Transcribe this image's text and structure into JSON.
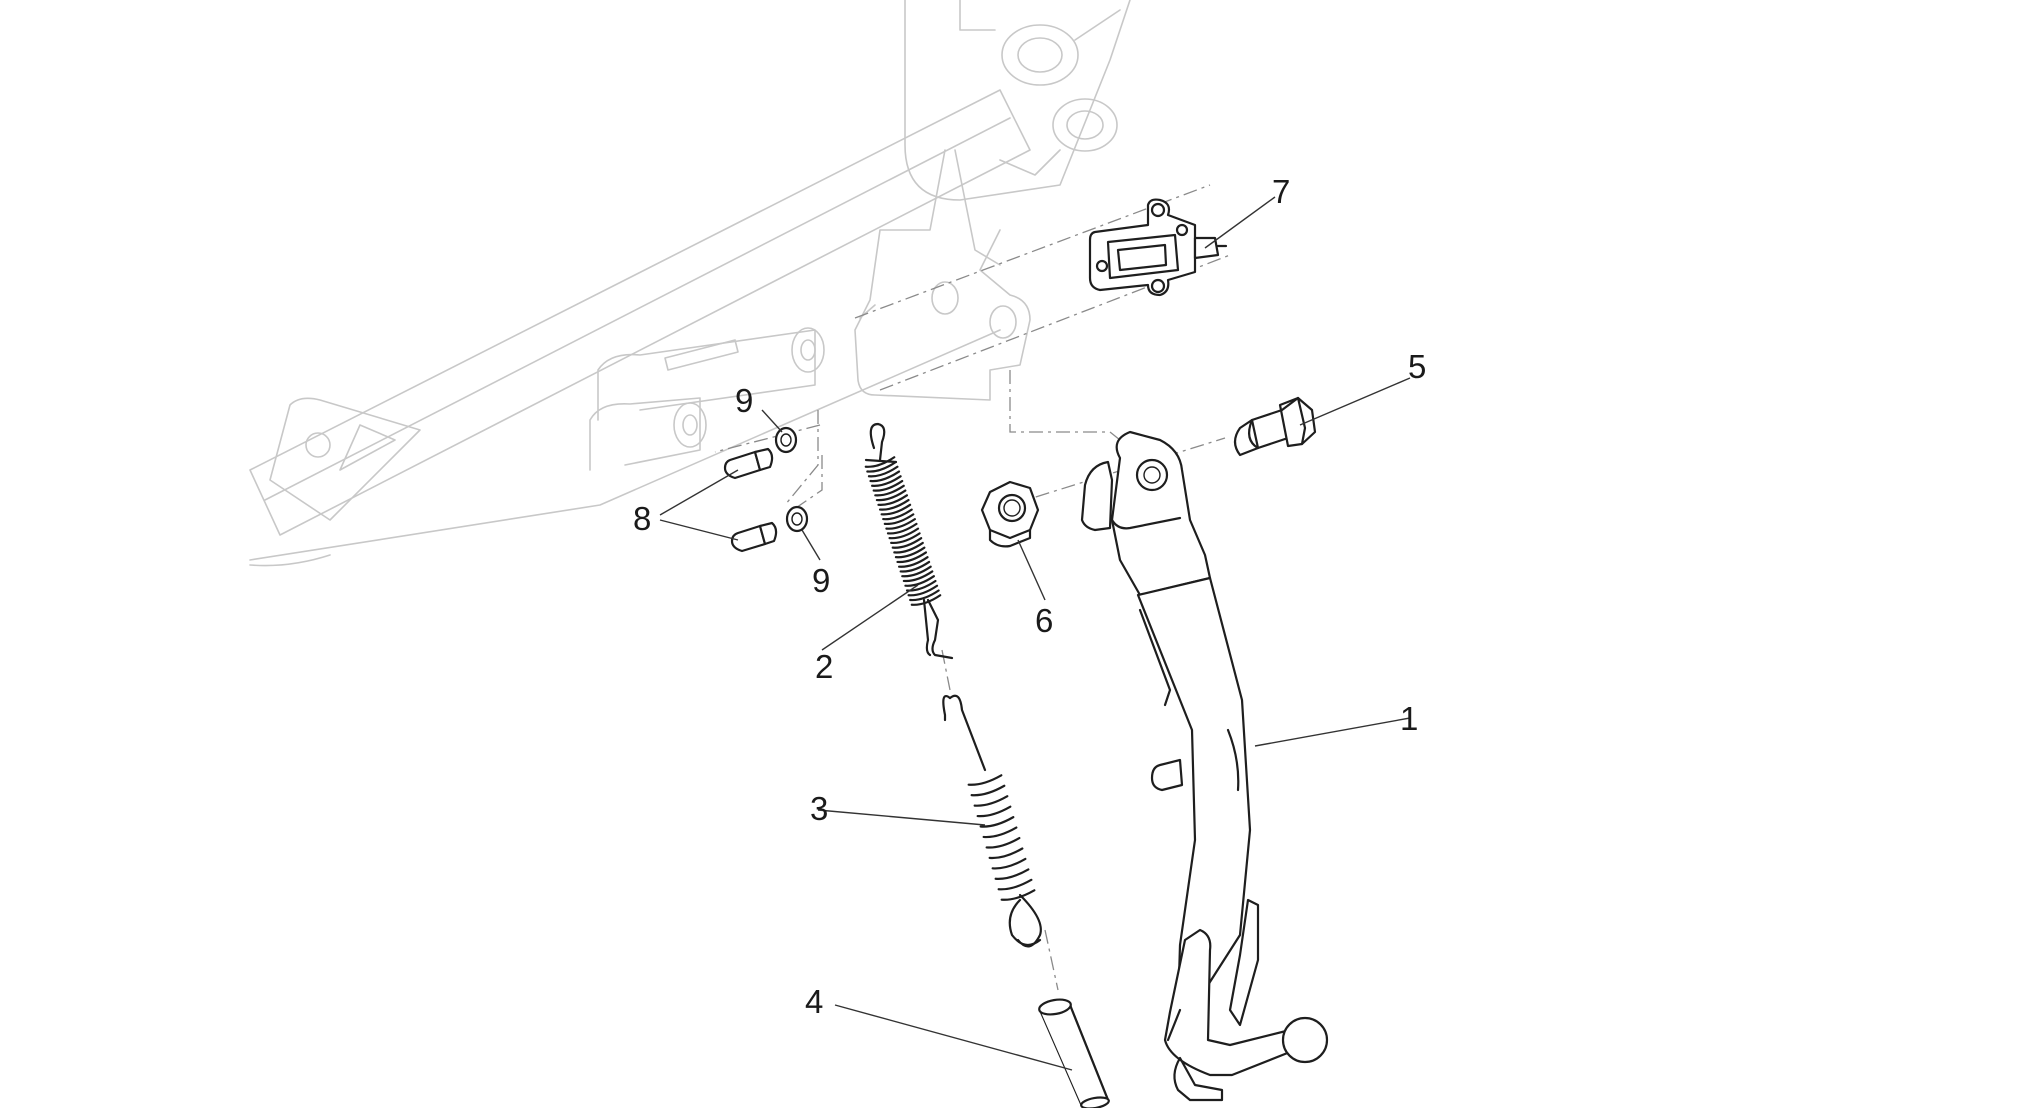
{
  "diagram": {
    "callouts": [
      {
        "id": "c1",
        "label": "1"
      },
      {
        "id": "c2",
        "label": "2"
      },
      {
        "id": "c3",
        "label": "3"
      },
      {
        "id": "c4",
        "label": "4"
      },
      {
        "id": "c5",
        "label": "5"
      },
      {
        "id": "c6",
        "label": "6"
      },
      {
        "id": "c7",
        "label": "7"
      },
      {
        "id": "c8",
        "label": "8"
      },
      {
        "id": "c9a",
        "label": "9"
      },
      {
        "id": "c9b",
        "label": "9"
      }
    ]
  },
  "colors": {
    "parts": "#1e1e1e",
    "frame": "#c8c8c8",
    "axis": "#8a8a8a",
    "background": "#ffffff"
  }
}
